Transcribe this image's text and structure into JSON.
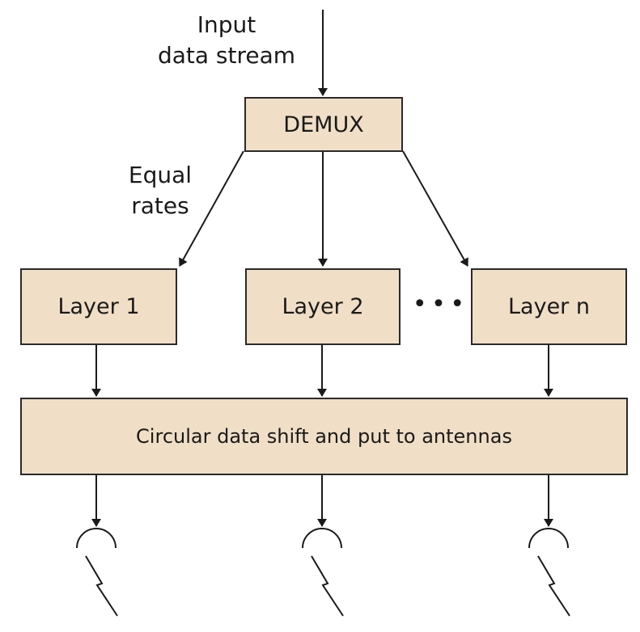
{
  "input_label": [
    "Input",
    "data stream"
  ],
  "demux_label": "DEMUX",
  "edge_label": [
    "Equal",
    "rates"
  ],
  "layers": [
    "Layer 1",
    "Layer 2",
    "Layer n"
  ],
  "ellipsis": "• • •",
  "shift_block_label": "Circular data shift and put to antennas",
  "antenna_count": 3,
  "colors": {
    "box_fill": "#f0dec6",
    "line": "#1a1a1a"
  }
}
